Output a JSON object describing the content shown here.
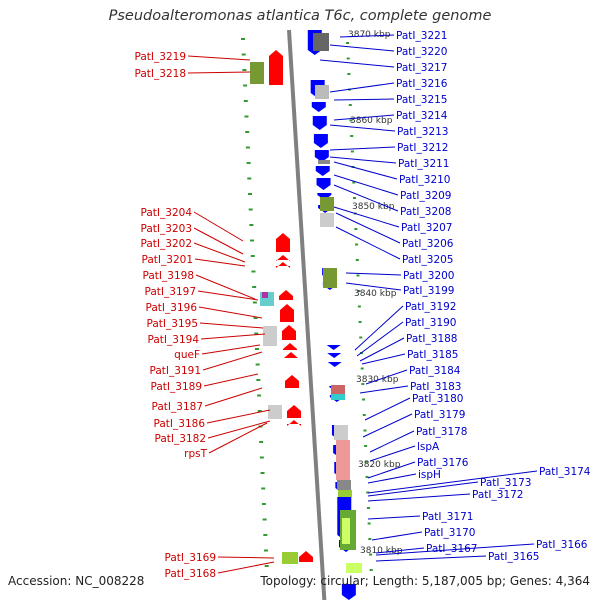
{
  "title": "Pseudoalteromonas atlantica T6c, complete genome",
  "footer": {
    "accession": "Accession: NC_008228",
    "summary": "Topology: circular; Length: 5,187,005 bp; Genes: 4,364"
  },
  "colors": {
    "minus_strand": "#0000ff",
    "plus_strand": "#ff0000",
    "backbone": "#808080",
    "tick": "#339933",
    "label_right": "#0000cc",
    "label_left": "#cc0000"
  },
  "scale_marks": [
    "3870 kbp",
    "3860 kbp",
    "3850 kbp",
    "3840 kbp",
    "3830 kbp",
    "3820 kbp",
    "3810 kbp"
  ],
  "right_labels": [
    "PatI_3221",
    "PatI_3220",
    "PatI_3217",
    "PatI_3216",
    "PatI_3215",
    "PatI_3214",
    "PatI_3213",
    "PatI_3212",
    "PatI_3211",
    "PatI_3210",
    "PatI_3209",
    "PatI_3208",
    "PatI_3207",
    "PatI_3206",
    "PatI_3205",
    "PatI_3200",
    "PatI_3199",
    "PatI_3192",
    "PatI_3190",
    "PatI_3188",
    "PatI_3185",
    "PatI_3184",
    "PatI_3183",
    "PatI_3180",
    "PatI_3179",
    "PatI_3178",
    "lspA",
    "PatI_3176",
    "ispH",
    "PatI_3174",
    "PatI_3173",
    "PatI_3172",
    "PatI_3171",
    "PatI_3170",
    "PatI_3167",
    "PatI_3166",
    "PatI_3165"
  ],
  "left_labels": [
    "PatI_3219",
    "PatI_3218",
    "PatI_3204",
    "PatI_3203",
    "PatI_3202",
    "PatI_3201",
    "PatI_3198",
    "PatI_3197",
    "PatI_3196",
    "PatI_3195",
    "PatI_3194",
    "queF",
    "PatI_3191",
    "PatI_3189",
    "PatI_3187",
    "PatI_3186",
    "PatI_3182",
    "rpsT",
    "PatI_3169",
    "PatI_3168"
  ]
}
